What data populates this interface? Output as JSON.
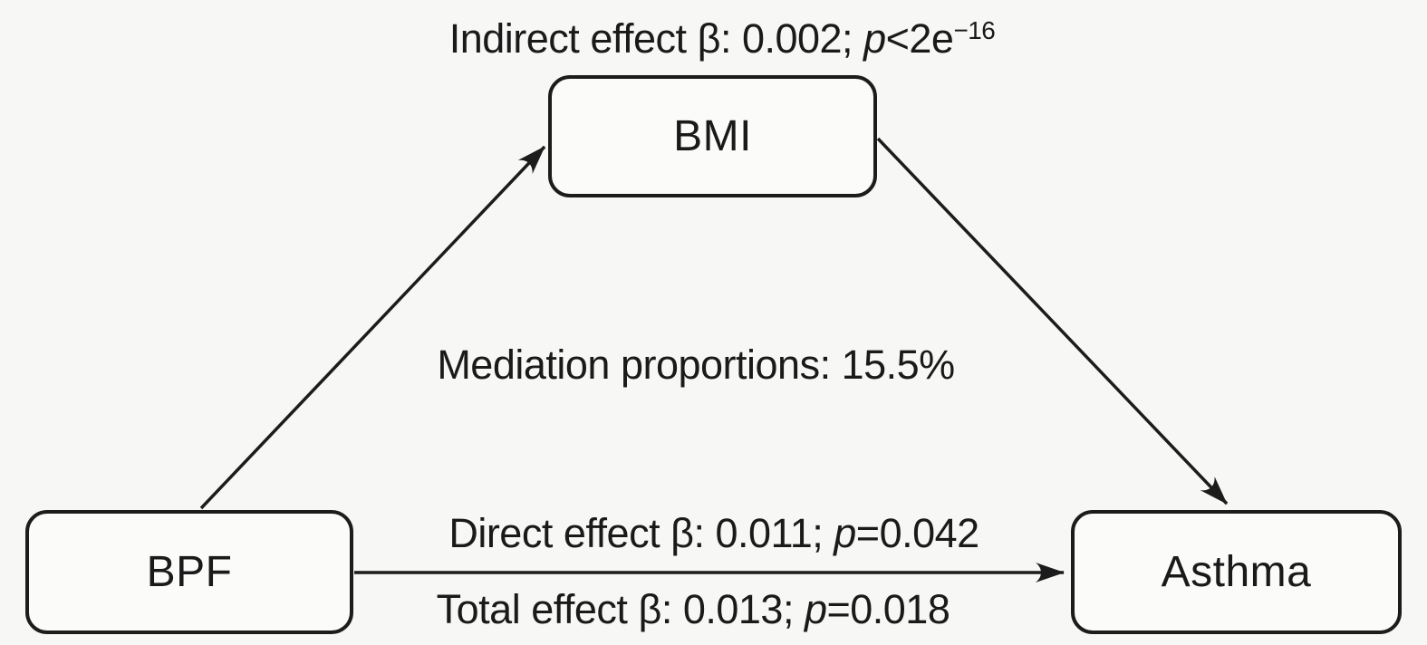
{
  "diagram": {
    "title_semantic": "mediation-analysis-path-diagram",
    "colors": {
      "background": "#f7f7f5",
      "line": "#1c1c1c",
      "node_fill": "#fbfbfa",
      "text": "#1a1a1a"
    },
    "nodes": [
      {
        "id": "bpf",
        "label": "BPF",
        "role": "exposure"
      },
      {
        "id": "bmi",
        "label": "BMI",
        "role": "mediator"
      },
      {
        "id": "asthma",
        "label": "Asthma",
        "role": "outcome"
      }
    ],
    "labels": {
      "indirect": {
        "prefix": "Indirect effect β: 0.002; ",
        "p": "p",
        "mid": "<2e",
        "sup": "−16"
      },
      "mediation": {
        "text": "Mediation proportions: 15.5%"
      },
      "direct": {
        "prefix": "Direct effect β: 0.011; ",
        "p": "p",
        "rest": "=0.042"
      },
      "total": {
        "prefix": "Total effect β: 0.013; ",
        "p": "p",
        "rest": "=0.018"
      }
    },
    "edges": [
      {
        "from": "bpf",
        "to": "bmi",
        "annotation": "Indirect effect β: 0.002; p<2e−16"
      },
      {
        "from": "bmi",
        "to": "asthma",
        "annotation": "Mediation proportions: 15.5%"
      },
      {
        "from": "bpf",
        "to": "asthma",
        "annotation": "Direct effect β: 0.011; p=0.042 / Total effect β: 0.013; p=0.018"
      }
    ]
  }
}
